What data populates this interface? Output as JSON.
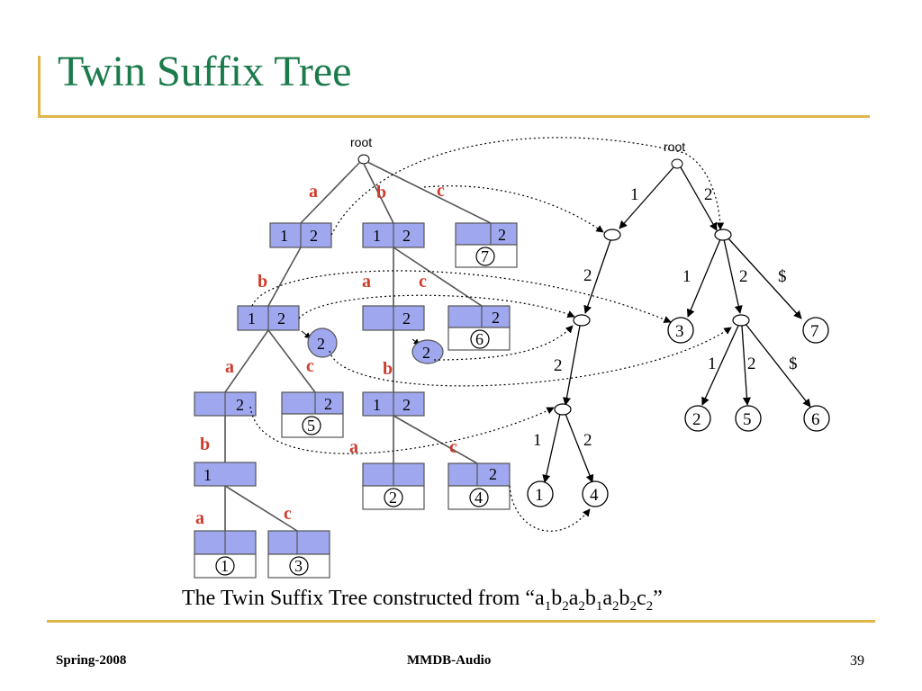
{
  "slide": {
    "title": "Twin Suffix Tree",
    "caption_prefix": "The Twin Suffix Tree constructed from “",
    "caption_suffix": "”",
    "caption_parts": [
      {
        "t": "a",
        "s": "1"
      },
      {
        "t": "b",
        "s": "2"
      },
      {
        "t": "a",
        "s": "2"
      },
      {
        "t": "b",
        "s": "1"
      },
      {
        "t": "a",
        "s": "2"
      },
      {
        "t": "b",
        "s": "2"
      },
      {
        "t": "c",
        "s": "2"
      }
    ]
  },
  "footer": {
    "left": "Spring-2008",
    "center": "MMDB-Audio",
    "page": "39"
  },
  "diagram": {
    "root_left": "root",
    "root_right": "root",
    "left_edges": {
      "a1": "a",
      "b1": "b",
      "c1": "c",
      "b2": "b",
      "a2": "a",
      "c2": "c",
      "a3": "a",
      "c3": "c",
      "b3": "b",
      "b4": "b",
      "a4": "a",
      "c4": "c",
      "a5": "a",
      "c5": "c"
    },
    "left_cells": {
      "n1_l": "1",
      "n1_r": "2",
      "n2_l": "1",
      "n2_r": "2",
      "n3_r": "2",
      "n3_leaf": "7",
      "n4_l": "1",
      "n4_r": "2",
      "n5_r": "2",
      "n6_r": "2",
      "n6_leaf": "6",
      "n7_r": "2",
      "n8_r": "2",
      "n8_leaf": "5",
      "n9_l": "1",
      "n9_r": "2",
      "n10_l": "1",
      "n11_leaf": "2",
      "n12_r": "2",
      "n12_leaf": "4",
      "n13_leaf": "1",
      "n14_leaf": "3"
    },
    "left_circles": {
      "c1": "2",
      "c2": "2"
    },
    "right_edges": {
      "r1": "1",
      "r2": "2",
      "r3": "2",
      "r4": "1",
      "r5": "2",
      "r6": "$",
      "r7": "2",
      "r8": "1",
      "r9": "2",
      "r10": "$",
      "r11": "1",
      "r12": "2"
    },
    "right_leaves": {
      "l3": "3",
      "l7": "7",
      "l2": "2",
      "l5": "5",
      "l6": "6",
      "l1": "1",
      "l4": "4"
    }
  }
}
